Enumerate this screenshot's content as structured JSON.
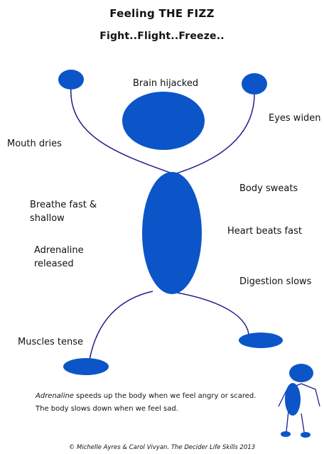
{
  "title": "Feeling THE FIZZ",
  "subtitle": "Fight..Flight..Freeze..",
  "labels": {
    "brain": "Brain hijacked",
    "eyes": "Eyes widen",
    "mouth": "Mouth dries",
    "sweat": "Body sweats",
    "breathe_1": "Breathe fast &",
    "breathe_2": "shallow",
    "heart": "Heart beats fast",
    "adrenaline_1": "Adrenaline",
    "adrenaline_2": "released",
    "digestion": "Digestion slows",
    "muscles": "Muscles tense"
  },
  "caption": {
    "line1_em": "Adrenaline",
    "line1_rest": " speeds up the body when we feel angry or scared.",
    "line2": "The body slows down when we feel sad."
  },
  "copyright": "© Michelle Ayres & Carol Vivyan.   The Decider Life Skills 2013",
  "colors": {
    "figure": "#0b55c8",
    "line": "#1e1e8c"
  }
}
